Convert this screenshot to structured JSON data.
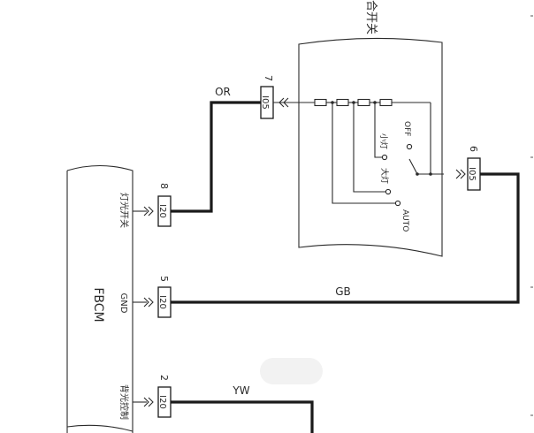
{
  "module": {
    "name": "FBCM"
  },
  "switch_assembly": {
    "title_fragment": "合开关",
    "positions": [
      "OFF",
      "小灯",
      "大灯",
      "AUTO"
    ]
  },
  "connectors": {
    "i05_left": {
      "pin": "7",
      "code": "I05"
    },
    "i05_right": {
      "pin": "6",
      "code": "I05"
    },
    "i20_light": {
      "pin": "8",
      "code": "I20",
      "signal": "灯光开关"
    },
    "i20_gnd": {
      "pin": "5",
      "code": "I20",
      "signal": "GND"
    },
    "i20_back": {
      "pin": "2",
      "code": "I20",
      "signal": "背光控制"
    }
  },
  "wires": {
    "or": "OR",
    "gb": "GB",
    "yw": "YW"
  }
}
